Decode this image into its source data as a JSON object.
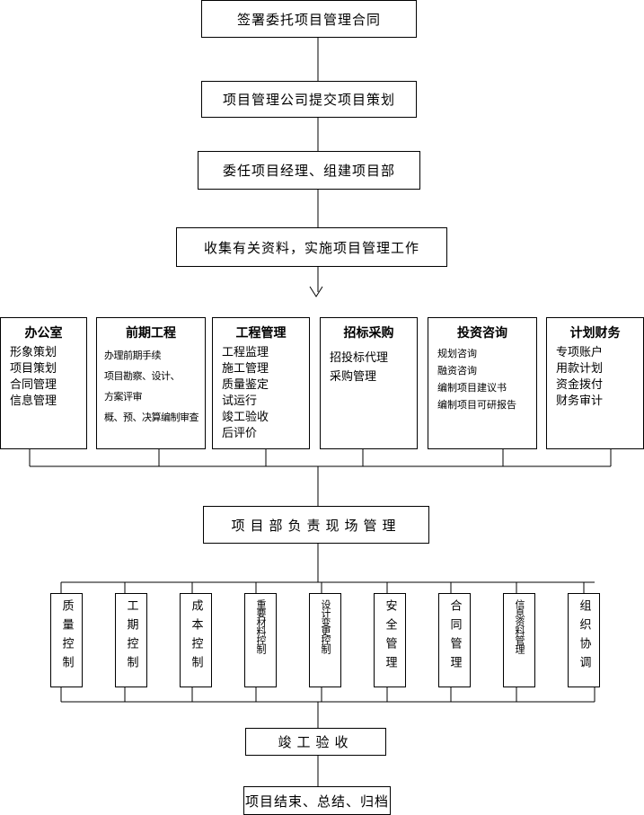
{
  "steps": {
    "s1": "签署委托项目管理合同",
    "s2": "项目管理公司提交项目策划",
    "s3": "委任项目经理、组建项目部",
    "s4": "收集有关资料，实施项目管理工作",
    "s5": "项目部负责现场管理",
    "s6": "竣工验收",
    "s7": "项目结束、总结、归档"
  },
  "departments": [
    {
      "title": "办公室",
      "items": [
        "形象策划",
        "项目策划",
        "合同管理",
        "信息管理"
      ]
    },
    {
      "title": "前期工程",
      "items": [
        "办理前期手续",
        "项目勘察、设计、",
        "方案评审",
        "概、预、决算编制审查"
      ]
    },
    {
      "title": "工程管理",
      "items": [
        "工程监理",
        "施工管理",
        "质量鉴定",
        "试运行",
        "竣工验收",
        "后评价"
      ]
    },
    {
      "title": "招标采购",
      "items": [
        "招投标代理",
        "采购管理"
      ]
    },
    {
      "title": "投资咨询",
      "items": [
        "规划咨询",
        "融资咨询",
        "编制项目建议书",
        "编制项目可研报告"
      ]
    },
    {
      "title": "计划财务",
      "items": [
        "专项账户",
        "用款计划",
        "资金拨付",
        "财务审计"
      ]
    }
  ],
  "controls": [
    "质量控制",
    "工期控制",
    "成本控制",
    "重要材料控制",
    "设计变更控制",
    "安全管理",
    "合同管理",
    "信息资料管理",
    "组织协调"
  ]
}
